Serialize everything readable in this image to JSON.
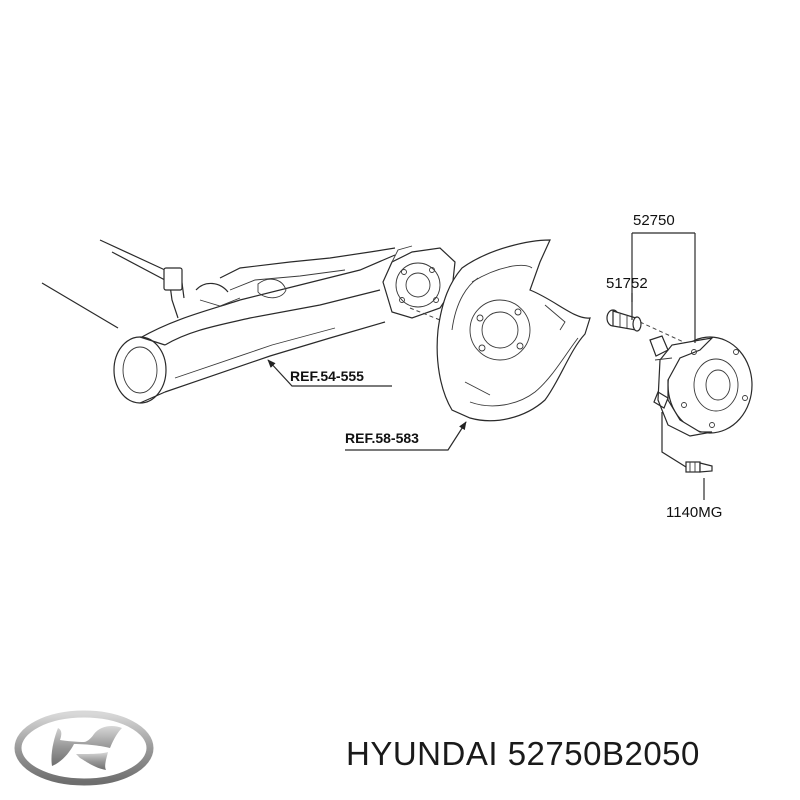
{
  "labels": {
    "assembly_part": "52750",
    "bolt_part": "51752",
    "screw_part": "1140MG",
    "ref_arm": "REF.54-555",
    "ref_shield": "REF.58-583"
  },
  "caption": {
    "brand": "HYUNDAI",
    "part_number": "52750B2050"
  },
  "logo": {
    "name": "hyundai-logo-icon",
    "color": "#9a9a9a"
  }
}
